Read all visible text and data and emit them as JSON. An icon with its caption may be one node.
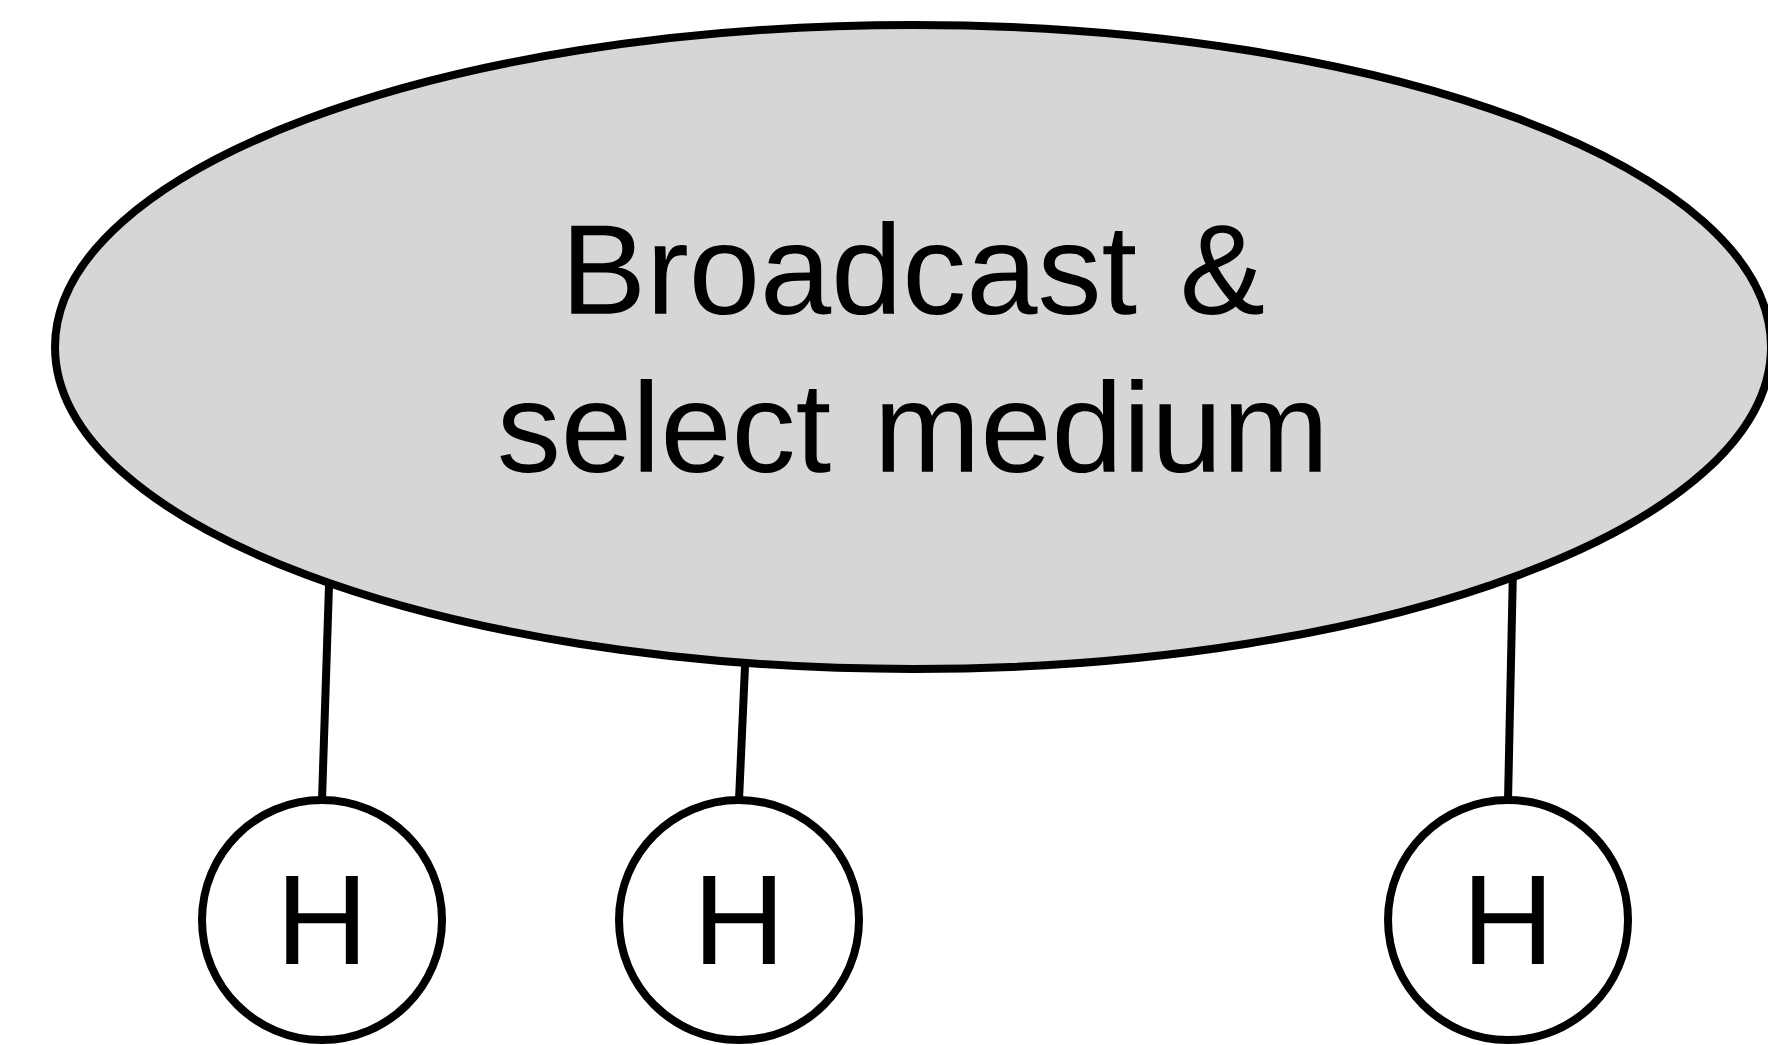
{
  "diagram": {
    "nodes": [
      {
        "text": [
          "Broadcast & select medium"
        ]
      },
      {
        "text": [
          "H"
        ]
      },
      {
        "text": [
          "H"
        ]
      },
      {
        "text": [
          "H"
        ]
      }
    ],
    "edges": [
      {
        "from": 0,
        "to": 1,
        "arrow": "none"
      },
      {
        "from": 0,
        "to": 2,
        "arrow": "none"
      },
      {
        "from": 0,
        "to": 3,
        "arrow": "none"
      }
    ]
  }
}
